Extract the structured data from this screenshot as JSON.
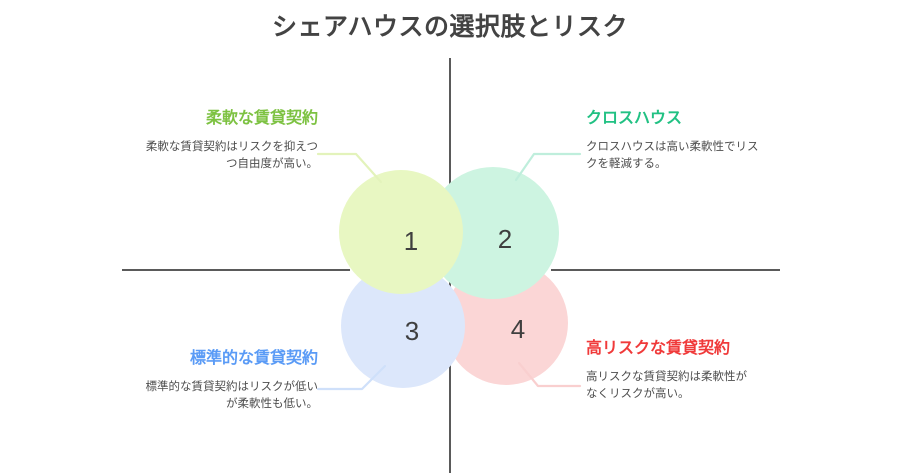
{
  "title": "シェアハウスの選択肢とリスク",
  "colors": {
    "background": "#ffffff",
    "title": "#434343",
    "axis": "#5a5a5a",
    "body_text": "#4d4d4d",
    "green": "#7dc242",
    "teal": "#21c183",
    "blue": "#5a9bf6",
    "red": "#f03a3a",
    "circle_1_fill": "#e8f7c2",
    "circle_2_fill": "#cdf4e1",
    "circle_3_fill": "#dce7fb",
    "circle_4_fill": "#fbd6d6",
    "connector_green": "#e3f3bb",
    "connector_teal": "#bfeedc",
    "connector_blue": "#cfe0fa",
    "connector_red": "#f9cfcf"
  },
  "quadrants": [
    {
      "id": "top-left",
      "number": "1",
      "heading": "柔軟な賃貸契約",
      "description": "柔軟な賃貸契約はリスクを抑えつつ自由度が高い。",
      "accent": "#7dc242"
    },
    {
      "id": "top-right",
      "number": "2",
      "heading": "クロスハウス",
      "description": "クロスハウスは高い柔軟性でリスクを軽減する。",
      "accent": "#21c183"
    },
    {
      "id": "bottom-left",
      "number": "3",
      "heading": "標準的な賃貸契約",
      "description": "標準的な賃貸契約はリスクが低いが柔軟性も低い。",
      "accent": "#5a9bf6"
    },
    {
      "id": "bottom-right",
      "number": "4",
      "heading": "高リスクな賃貸契約",
      "description": "高リスクな賃貸契約は柔軟性がなくリスクが高い。",
      "accent": "#f03a3a"
    }
  ]
}
